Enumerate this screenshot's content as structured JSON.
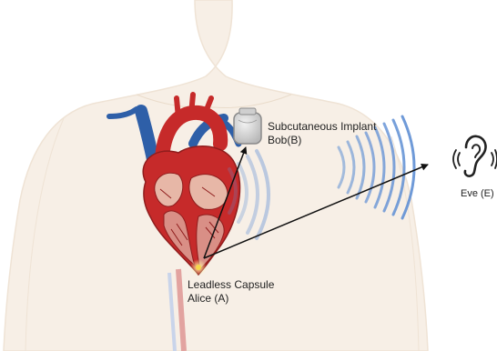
{
  "nodes": {
    "implant": {
      "line1": "Subcutaneous Implant",
      "line2": "Bob(B)"
    },
    "capsule": {
      "line1": "Leadless Capsule",
      "line2": "Alice (A)"
    },
    "eve": {
      "label": "Eve (E)"
    }
  },
  "icons": {
    "torso": "human-torso-silhouette",
    "heart": "anatomical-heart-cross-section",
    "implant": "subcutaneous-implant-device",
    "capsule": "leadless-capsule-dot",
    "ear": "ear-listening-icon"
  },
  "colors": {
    "skin": "#f6efe6",
    "waves": "#5f8fd4",
    "arrow": "#111111",
    "heart_red": "#c62a2a",
    "vein_blue": "#2e5fa8"
  }
}
